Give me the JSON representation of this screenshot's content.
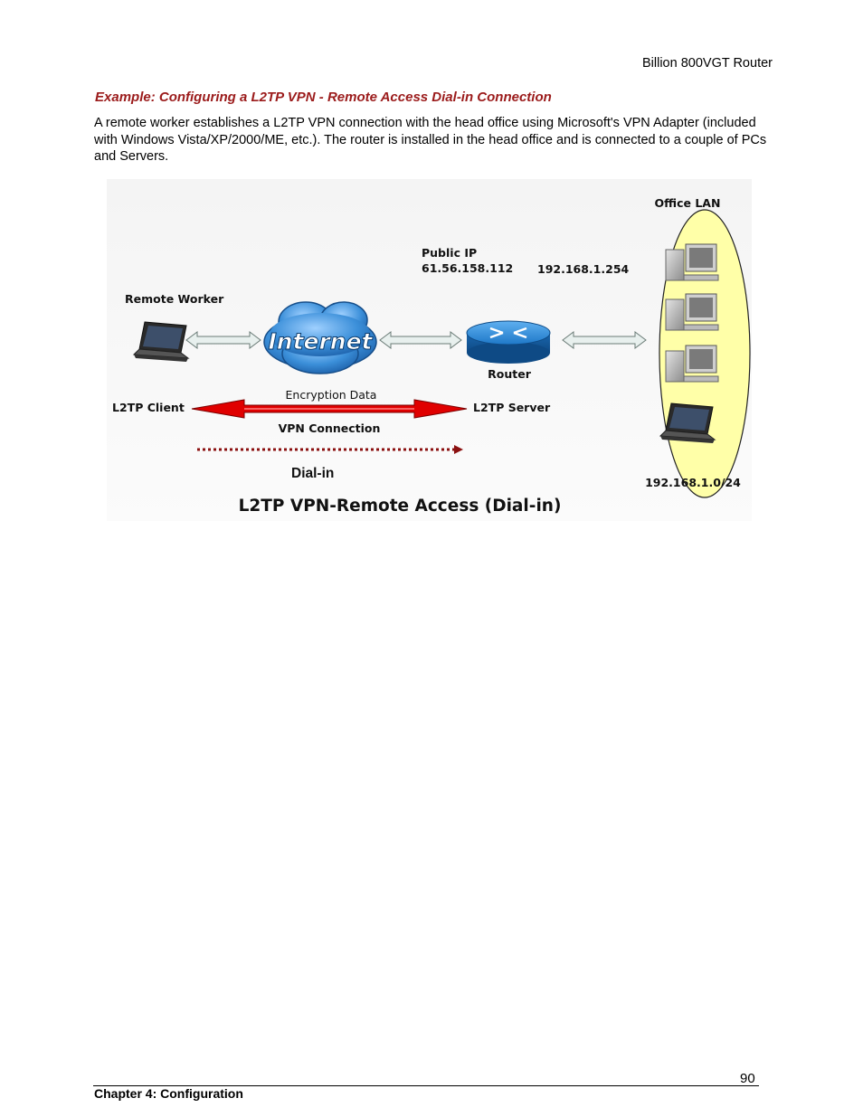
{
  "header": {
    "product": "Billion 800VGT Router"
  },
  "section": {
    "heading": "Example: Configuring a L2TP VPN - Remote Access Dial-in Connection",
    "intro": "A remote worker establishes a L2TP VPN connection with the head office using Microsoft's VPN Adapter (included with Windows Vista/XP/2000/ME, etc.). The router is installed in the head office and is connected to a couple of PCs and Servers."
  },
  "diagram": {
    "office_lan": "Office LAN",
    "public_ip_label": "Public IP",
    "public_ip": "61.56.158.112",
    "lan_gateway_ip": "192.168.1.254",
    "remote_worker": "Remote Worker",
    "internet": "Internet",
    "router": "Router",
    "encryption_data": "Encryption Data",
    "l2tp_client": "L2TP Client",
    "l2tp_server": "L2TP Server",
    "vpn_connection": "VPN Connection",
    "dial_in": "Dial-in",
    "subnet": "192.168.1.0/24",
    "title": "L2TP VPN-Remote Access (Dial-in)"
  },
  "footer": {
    "page_number": "90",
    "chapter": "Chapter 4: Configuration"
  },
  "colors": {
    "heading": "#9b1b1b",
    "lan_fill": "#ffffa8",
    "tunnel_red": "#e00000",
    "dial_in_dots": "#8b1010",
    "router_blue": "#1e78c8",
    "internet_blue": "#3b8fd9",
    "arrow_fill": "#e8f0ee"
  },
  "icons": [
    "laptop-icon",
    "internet-cloud-icon",
    "router-icon",
    "desktop-pc-icon",
    "laptop-icon"
  ]
}
